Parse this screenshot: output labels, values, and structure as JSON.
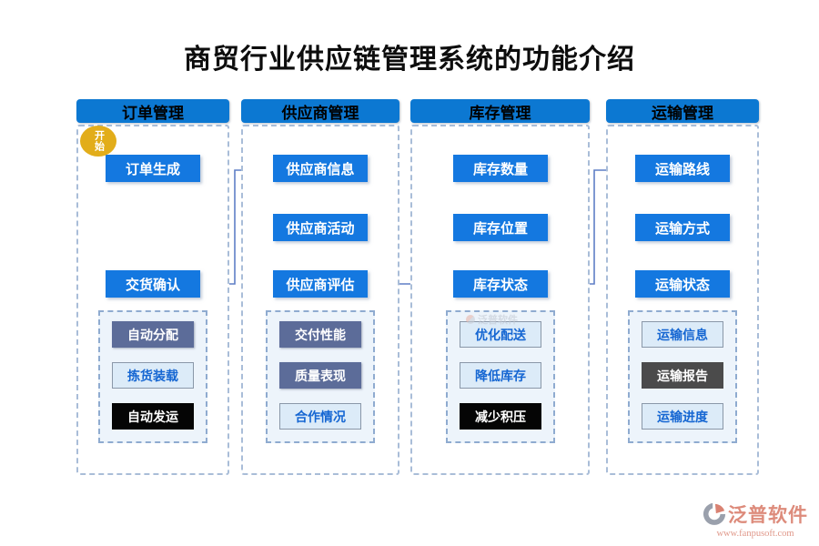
{
  "title": "商贸行业供应链管理系统的功能介绍",
  "start_label": "开始",
  "columns": [
    {
      "header": "订单管理",
      "flow": [
        "订单生成",
        "交货确认"
      ],
      "sub": [
        {
          "label": "自动分配",
          "style": "slate"
        },
        {
          "label": "拣货装载",
          "style": "light"
        },
        {
          "label": "自动发运",
          "style": "black"
        }
      ]
    },
    {
      "header": "供应商管理",
      "flow": [
        "供应商信息",
        "供应商活动",
        "供应商评估"
      ],
      "sub": [
        {
          "label": "交付性能",
          "style": "slate"
        },
        {
          "label": "质量表现",
          "style": "slate"
        },
        {
          "label": "合作情况",
          "style": "light"
        }
      ]
    },
    {
      "header": "库存管理",
      "flow": [
        "库存数量",
        "库存位置",
        "库存状态"
      ],
      "sub": [
        {
          "label": "优化配送",
          "style": "light"
        },
        {
          "label": "降低库存",
          "style": "light"
        },
        {
          "label": "减少积压",
          "style": "black"
        }
      ]
    },
    {
      "header": "运输管理",
      "flow": [
        "运输路线",
        "运输方式",
        "运输状态"
      ],
      "sub": [
        {
          "label": "运输信息",
          "style": "light"
        },
        {
          "label": "运输报告",
          "style": "darkgray"
        },
        {
          "label": "运输进度",
          "style": "light"
        }
      ]
    }
  ],
  "watermark": {
    "text": "泛普软件"
  },
  "brand": {
    "name": "泛普软件",
    "url": "www.fanpusoft.com"
  },
  "colors": {
    "header_blue": "#0c78d2",
    "node_blue": "#1478e0",
    "start_gold": "#e2ad1a",
    "connector": "#5f7ec6",
    "sub_slate": "#5c6c99",
    "sub_black": "#050505",
    "sub_darkgray": "#4b4b4b",
    "sub_light_bg": "#dcebf8",
    "sub_light_text": "#1566d2",
    "brand_salmon": "#dd8b7b"
  }
}
